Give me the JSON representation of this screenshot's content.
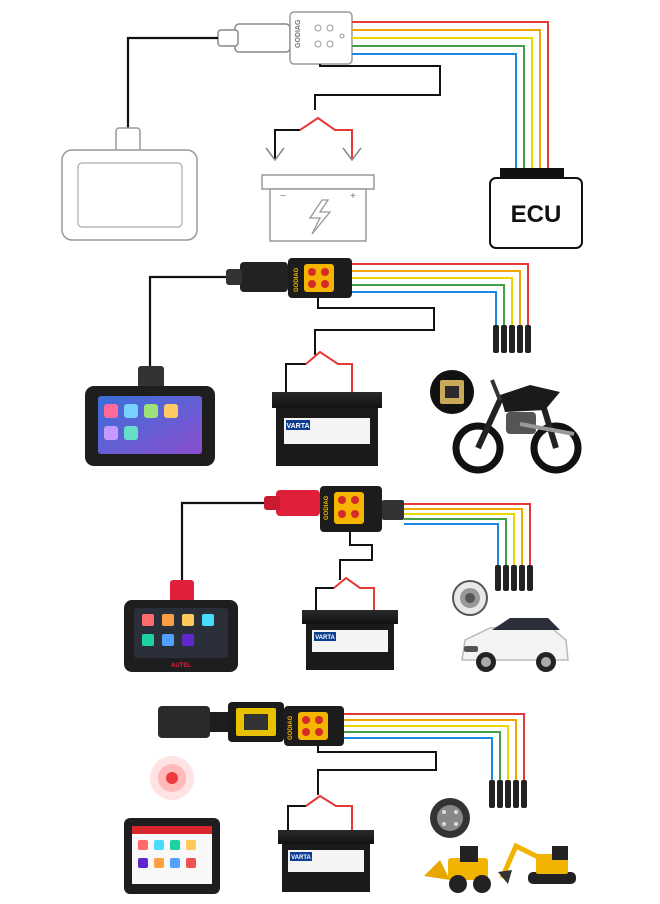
{
  "ecu_label": "ECU",
  "battery_brand": "VARTA",
  "device_brand": "GODIAG",
  "tablet_brand_2": "AUTEL",
  "battery_terminals": {
    "minus": "−",
    "plus": "+"
  },
  "wire_colors": [
    "#e53935",
    "#f0a500",
    "#e6d800",
    "#43a047",
    "#1e88e5"
  ],
  "accent_red": "#e0203a"
}
